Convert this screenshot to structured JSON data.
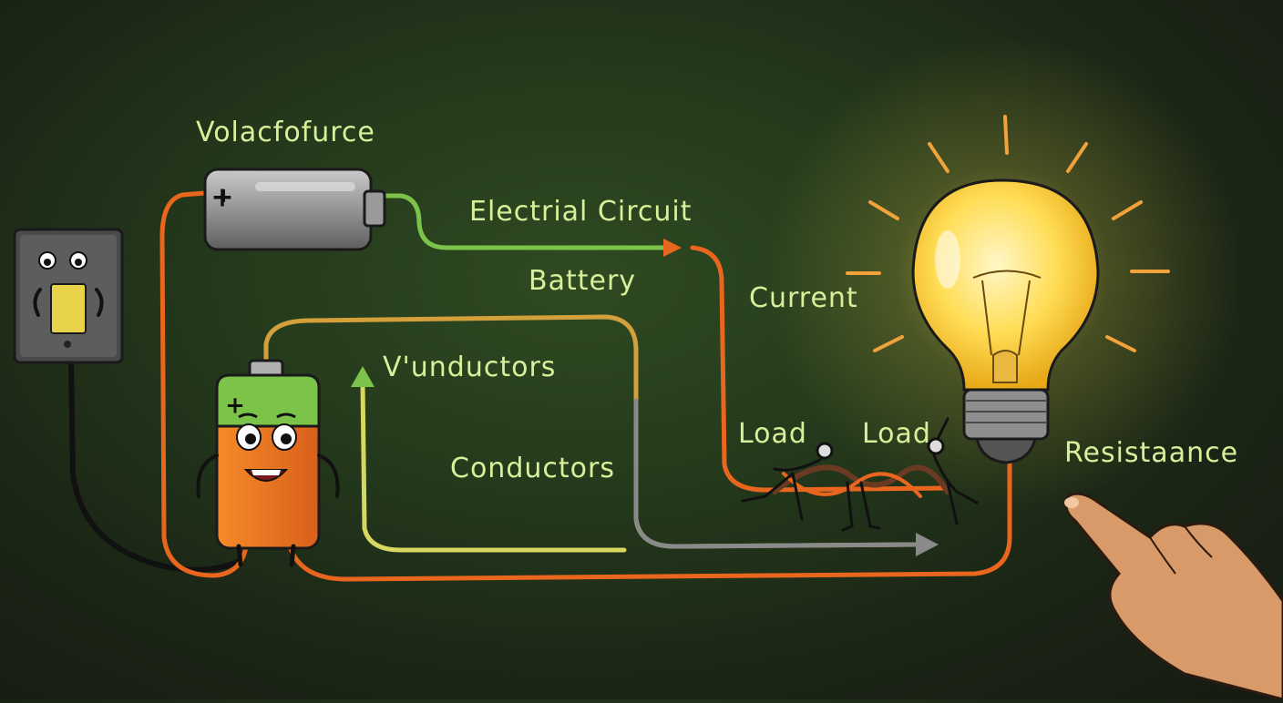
{
  "labels": {
    "title": "Volacfofurce",
    "circuit": "Electrial Circuit",
    "battery": "Battery",
    "current": "Current",
    "vinductors": "V'unductors",
    "conductors": "Conductors",
    "load_left": "Load",
    "load_right": "Load",
    "resistance": "Resistaance"
  },
  "colors": {
    "board": "#243a1c",
    "chalk": "#d8f09a",
    "wire_orange": "#e8661e",
    "wire_green": "#7cc34a",
    "wire_yellow": "#d8d860",
    "wire_gray": "#8a8a8a",
    "bulb_glow": "#ffe27a"
  },
  "icons": [
    "switch-icon",
    "battery-cell-icon",
    "battery-character-icon",
    "light-bulb-icon",
    "pointing-hand-icon",
    "load-characters-icon"
  ]
}
